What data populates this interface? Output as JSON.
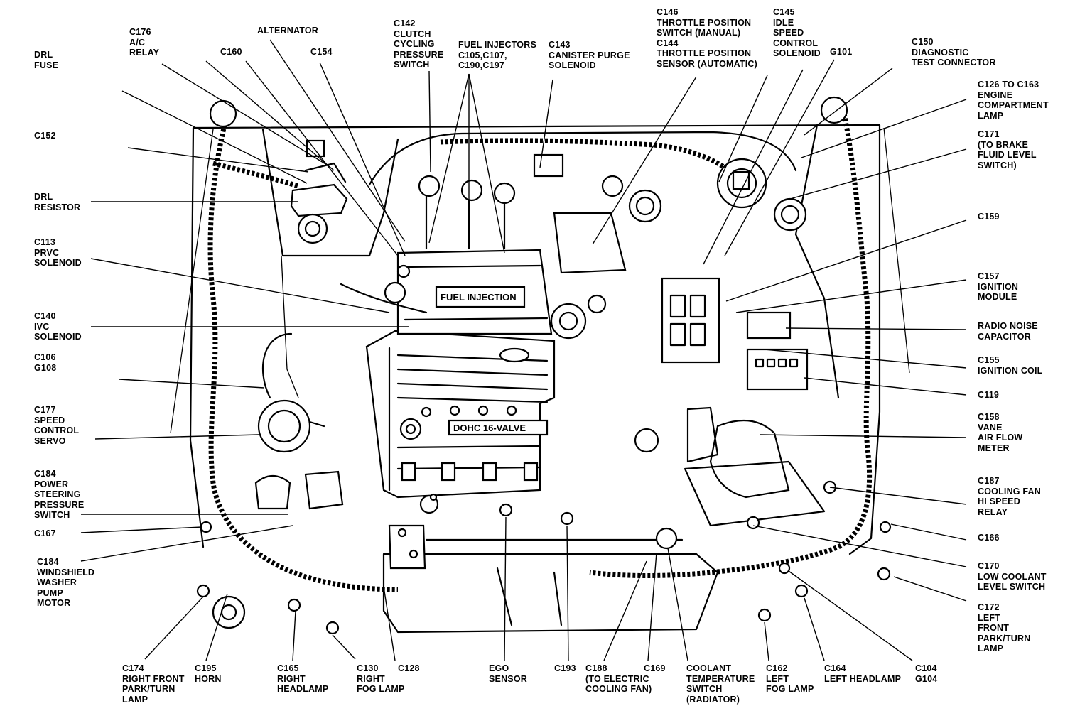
{
  "labels": {
    "c176": "C176\nA/C\nRELAY",
    "alternator": "ALTERNATOR",
    "c160": "C160",
    "c154": "C154",
    "drl_fuse": "DRL\nFUSE",
    "c142": "C142\nCLUTCH\nCYCLING\nPRESSURE\nSWITCH",
    "fuel_injectors": "FUEL INJECTORS\nC105,C107,\nC190,C197",
    "c143": "C143\nCANISTER PURGE\nSOLENOID",
    "c146": "C146\nTHROTTLE POSITION\nSWITCH (MANUAL)\nC144\nTHROTTLE POSITION\nSENSOR (AUTOMATIC)",
    "c145": "C145\nIDLE\nSPEED\nCONTROL\nSOLENOID",
    "g101": "G101",
    "c150": "C150\nDIAGNOSTIC\nTEST CONNECTOR",
    "c126": "C126 TO C163\nENGINE\nCOMPARTMENT\nLAMP",
    "c171": "C171\n(TO BRAKE\nFLUID LEVEL\nSWITCH)",
    "c152": "C152",
    "drl_resistor": "DRL\nRESISTOR",
    "c113": "C113\nPRVC\nSOLENOID",
    "c140": "C140\nIVC\nSOLENOID",
    "c106": "C106\nG108",
    "c177": "C177\nSPEED\nCONTROL\nSERVO",
    "c184a": "C184\nPOWER\nSTEERING\nPRESSURE\nSWITCH",
    "c167": "C167",
    "c184b": "C184\nWINDSHIELD\nWASHER\nPUMP\nMOTOR",
    "c159": "C159",
    "c157": "C157\nIGNITION\nMODULE",
    "radio_noise": "RADIO NOISE\nCAPACITOR",
    "c155": "C155\nIGNITION COIL",
    "c119": "C119",
    "c158": "C158\nVANE\nAIR FLOW\nMETER",
    "c187": "C187\nCOOLING FAN\nHI SPEED\nRELAY",
    "c166": "C166",
    "c170": "C170\nLOW COOLANT\nLEVEL SWITCH",
    "c172": "C172\nLEFT\nFRONT\nPARK/TURN\nLAMP",
    "c174": "C174\nRIGHT FRONT\nPARK/TURN\nLAMP",
    "c195": "C195\nHORN",
    "c165": "C165\nRIGHT\nHEADLAMP",
    "c130": "C130\nRIGHT\nFOG LAMP",
    "c128": "C128",
    "ego": "EGO\nSENSOR",
    "c193": "C193",
    "c188": "C188\n(TO ELECTRIC\nCOOLING FAN)",
    "c169": "C169",
    "coolant": "COOLANT\nTEMPERATURE\nSWITCH\n(RADIATOR)",
    "c162": "C162\nLEFT\nFOG LAMP",
    "c164": "C164\nLEFT HEADLAMP",
    "c104": "C104\nG104"
  },
  "engine_markings": {
    "valve_cover": "DOHC 16-VALVE",
    "intake_plate": "FUEL INJECTION"
  }
}
